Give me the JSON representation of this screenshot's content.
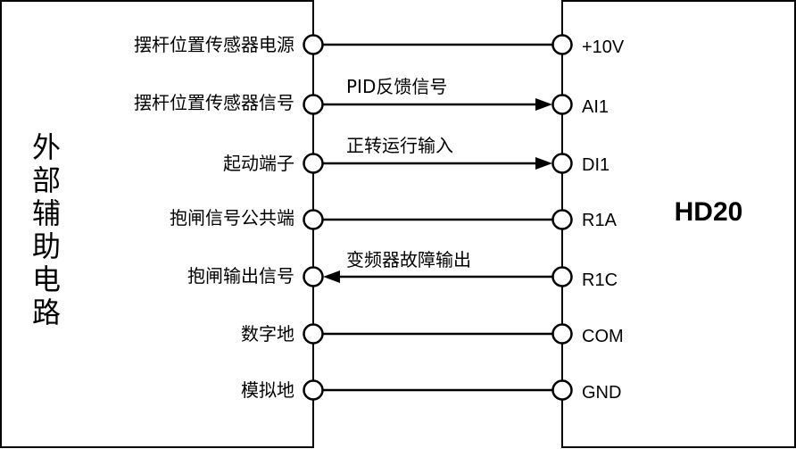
{
  "left_box": {
    "title_chars": [
      "外",
      "部",
      "辅",
      "助",
      "电",
      "路"
    ],
    "terminals": [
      "摆杆位置传感器电源",
      "摆杆位置传感器信号",
      "起动端子",
      "抱闸信号公共端",
      "抱闸输出信号",
      "数字地",
      "模拟地"
    ]
  },
  "right_box": {
    "title": "HD20",
    "terminals": [
      "+10V",
      "AI1",
      "DI1",
      "R1A",
      "R1C",
      "COM",
      "GND"
    ]
  },
  "connections": [
    {
      "direction": "none",
      "label": ""
    },
    {
      "direction": "right",
      "label": "PID反馈信号"
    },
    {
      "direction": "right",
      "label": "正转运行输入"
    },
    {
      "direction": "none",
      "label": ""
    },
    {
      "direction": "left",
      "label": "变频器故障输出"
    },
    {
      "direction": "none",
      "label": ""
    },
    {
      "direction": "none",
      "label": ""
    }
  ]
}
